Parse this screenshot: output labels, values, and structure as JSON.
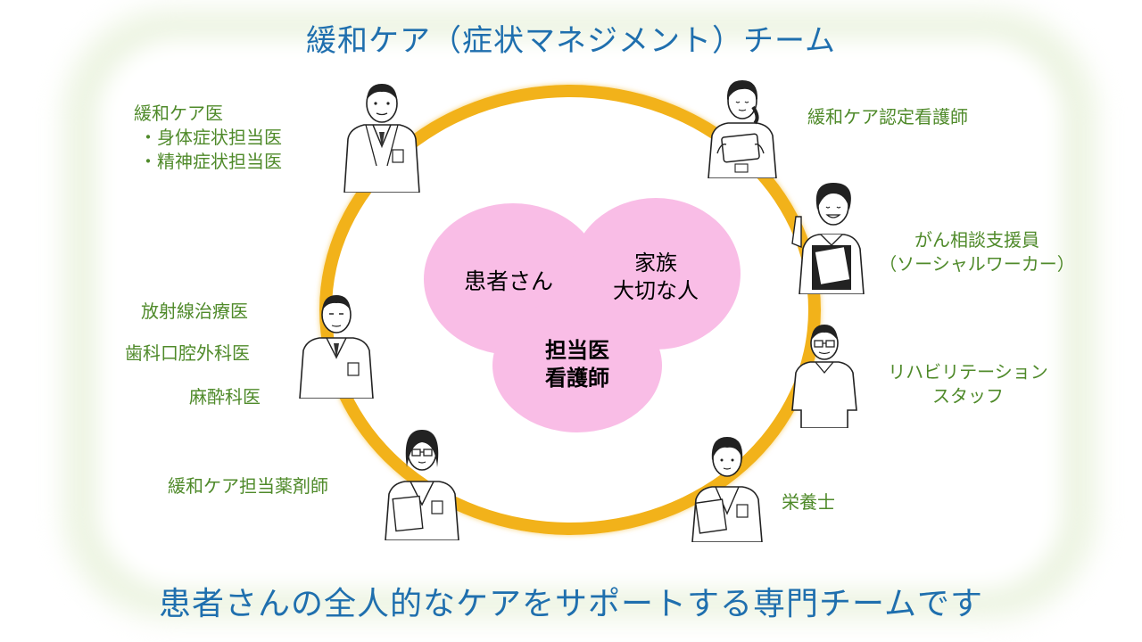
{
  "title": "緩和ケア（症状マネジメント）チーム",
  "footer": "患者さんの全人的なケアをサポートする専門チームです",
  "center": {
    "patient": "患者さん",
    "family_line1": "家族",
    "family_line2": "大切な人",
    "staff_line1": "担当医",
    "staff_line2": "看護師"
  },
  "labels": {
    "palliative_doctor": "緩和ケア医",
    "physical_symptom": "・身体症状担当医",
    "mental_symptom": "・精神症状担当医",
    "radiation": "放射線治療医",
    "dental": "歯科口腔外科医",
    "anesthesia": "麻酔科医",
    "pharmacist": "緩和ケア担当薬剤師",
    "certified_nurse": "緩和ケア認定看護師",
    "social_worker_line1": "がん相談支援員",
    "social_worker_line2": "（ソーシャルワーカー）",
    "rehab_line1": "リハビリテーション",
    "rehab_line2": "スタッフ",
    "dietitian": "栄養士"
  },
  "colors": {
    "title": "#1f6fae",
    "label_green": "#4f8a2a",
    "ring": "#f2b21a",
    "blob_pink": "#f9bde6",
    "glow_green": "#eef5e4"
  },
  "icons": [
    "doctor-male-icon",
    "nurse-tablet-icon",
    "social-worker-icon",
    "rehab-staff-icon",
    "dietitian-icon",
    "pharmacist-icon",
    "specialist-doctor-icon"
  ]
}
